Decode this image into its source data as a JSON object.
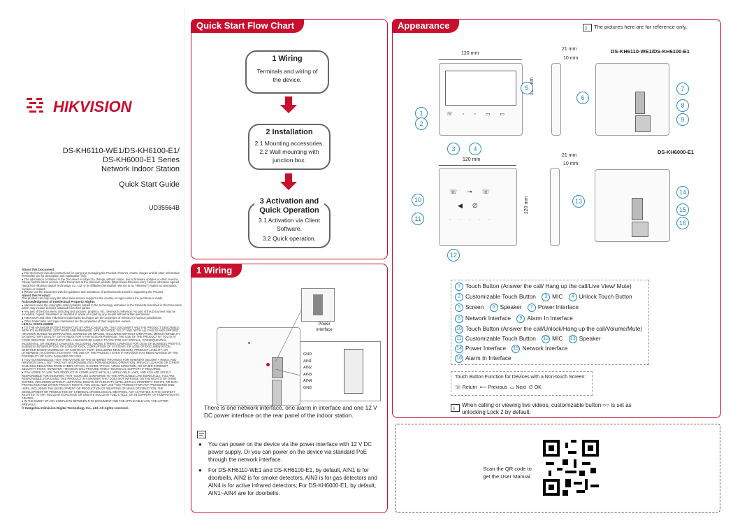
{
  "cover": {
    "brand": "HIKVISION",
    "model_line1": "DS-KH6110-WE1/DS-KH6100-E1/",
    "model_line2": "DS-KH6000-E1 Series",
    "model_line3": "Network Indoor Station",
    "guide": "Quick Start Guide",
    "doc_code": "UD35564B"
  },
  "legal": {
    "about_doc_h": "About this Document",
    "about_doc_1": "● This Document includes instructions for using and managing the Product. Pictures, charts, images and all other information hereinafter are for description and explanation only.",
    "about_doc_2": "● The information contained in the Document is subject to change, without notice, due to firmware updates or other reasons. Please find the latest version of the Document at the Hikvision website (https://www.hikvision.com). Unless otherwise agreed, Hangzhou Hikvision Digital Technology Co., Ltd. or its affiliates (hereinafter referred to as \"Hikvision\") makes no warranties, express or implied.",
    "about_doc_3": "● Please use the Document with the guidance and assistance of professionals trained in supporting the Product.",
    "about_prod_h": "About this Product",
    "about_prod": "This product can only enjoy the after-sales service support in the country or region where the purchase is made.",
    "ipr_h": "Acknowledgment of Intellectual Property Rights",
    "ipr_1": "● Hikvision owns the copyrights and/or patents related to the technology embodied in the Products described in this Document, which may include licenses obtained from third parties.",
    "ipr_2": "● Any part of the Document, including text, pictures, graphics, etc., belongs to Hikvision. No part of this Document may be excerpted, copied, translated, or modified in whole or in part by any means without written permission.",
    "ipr_3": "● HIKVISION and other Hikvision's trademarks and logos are the properties of Hikvision in various jurisdictions.",
    "ipr_4": "● Other trademarks and logos mentioned are the properties of their respective owners.",
    "legal_h": "LEGAL DISCLAIMER",
    "legal_1": "● TO THE MAXIMUM EXTENT PERMITTED BY APPLICABLE LAW, THIS DOCUMENT AND THE PRODUCT DESCRIBED, WITH ITS HARDWARE, SOFTWARE AND FIRMWARE, ARE PROVIDED \"AS IS\" AND \"WITH ALL FAULTS AND ERRORS\". HIKVISION MAKES NO WARRANTIES, EXPRESS OR IMPLIED, INCLUDING WITHOUT LIMITATION, MERCHANTABILITY, SATISFACTORY QUALITY, OR FITNESS FOR A PARTICULAR PURPOSE. THE USE OF THE PRODUCT BY YOU IS AT YOUR OWN RISK. IN NO EVENT WILL HIKVISION BE LIABLE TO YOU FOR ANY SPECIAL, CONSEQUENTIAL, INCIDENTAL, OR INDIRECT DAMAGES, INCLUDING, AMONG OTHERS, DAMAGES FOR LOSS OF BUSINESS PROFITS, BUSINESS INTERRUPTION, OR LOSS OF DATA, CORRUPTION OF SYSTEMS, OR LOSS OF DOCUMENTATION, WHETHER BASED ON BREACH OF CONTRACT, TORT (INCLUDING NEGLIGENCE), PRODUCT LIABILITY, OR OTHERWISE, IN CONNECTION WITH THE USE OF THE PRODUCT, EVEN IF HIKVISION HAS BEEN ADVISED OF THE POSSIBILITY OF SUCH DAMAGES OR LOSS.",
    "legal_2": "● YOU ACKNOWLEDGE THAT THE NATURE OF THE INTERNET PROVIDES FOR INHERENT SECURITY RISKS, AND HIKVISION SHALL NOT TAKE ANY RESPONSIBILITIES FOR ABNORMAL OPERATION, PRIVACY LEAKAGE OR OTHER DAMAGES RESULTING FROM CYBER-ATTACK, HACKER ATTACK, VIRUS INFECTION, OR OTHER INTERNET SECURITY RISKS; HOWEVER, HIKVISION WILL PROVIDE TIMELY TECHNICAL SUPPORT IF REQUIRED.",
    "legal_3": "● YOU AGREE TO USE THIS PRODUCT IN COMPLIANCE WITH ALL APPLICABLE LAWS, AND YOU ARE SOLELY RESPONSIBLE FOR ENSURING THAT YOUR USE CONFORMS TO THE APPLICABLE LAW. ESPECIALLY, YOU ARE RESPONSIBLE, FOR USING THIS PRODUCT IN A MANNER THAT DOES NOT INFRINGE ON THE RIGHTS OF THIRD PARTIES, INCLUDING WITHOUT LIMITATION, RIGHTS OF PUBLICITY, INTELLECTUAL PROPERTY RIGHTS, OR DATA PROTECTION AND OTHER PRIVACY RIGHTS. YOU SHALL NOT USE THIS PRODUCT FOR ANY PROHIBITED END-USES, INCLUDING THE DEVELOPMENT OR PRODUCTION OF WEAPONS OF MASS DESTRUCTION, THE DEVELOPMENT OR PRODUCTION OF CHEMICAL OR BIOLOGICAL WEAPONS, ANY ACTIVITIES IN THE CONTEXT RELATED TO ANY NUCLEAR EXPLOSIVE OR UNSAFE NUCLEAR FUEL-CYCLE, OR IN SUPPORT OF HUMAN RIGHTS ABUSES.",
    "legal_4": "● IN THE EVENT OF ANY CONFLICTS BETWEEN THIS DOCUMENT AND THE APPLICABLE LAW, THE LATTER PREVAILS.",
    "copyright": "© Hangzhou Hikvision Digital Technology Co., Ltd. All rights reserved."
  },
  "flow": {
    "title": "Quick Start Flow Chart",
    "step1_h": "1  Wiring",
    "step1_t": "Terminals and wiring of the device.",
    "step2_h": "2  Installation",
    "step2_t1": "2.1 Mounting accessories.",
    "step2_t2": "2.2 Wall mounting with junction box.",
    "step3_h": "3  Activation and Quick Operation",
    "step3_t1": "3.1 Activation via Client Software.",
    "step3_t2": "3.2 Quick operation."
  },
  "wiring": {
    "title": "1 Wiring",
    "power_label": "Power Interface",
    "terminals": [
      "GND",
      "AIN1",
      "AIN2",
      "AIN3",
      "AIN4",
      "GND"
    ],
    "desc": "There is one network interface, one alarm in interface and one 12 V DC power interface on the rear panel of the indoor station.",
    "note1": "You can power on the device via the power interface with 12 V DC power supply. Or you can power on the device via standard PoE through the network interface.",
    "note2": "For DS-KH6110-WE1 and DS-KH6100-E1, by default, AIN1 is for doorbells, AIN2 is for smoke detectors, AIN3 is for gas detectors and AIN4 is for active infrared detectors; For DS-KH6000-E1, by default, AIN1~AIN4 are for doorbells."
  },
  "appearance": {
    "title": "Appearance",
    "ref_note": "The pictures here are for reference only.",
    "model_a": "DS-KH6110-WE1/DS-KH6100-E1",
    "model_b": "DS-KH6000-E1",
    "dim_w": "120 mm",
    "dim_h": "120 mm",
    "dim_d1": "21 mm",
    "dim_d2": "10 mm",
    "legend": {
      "l1": "Touch Button (Answer the call/ Hang up the call/Live View/ Mute)",
      "l2": "Customizable Touch Button",
      "l3": "MIC",
      "l4": "Unlock Touch Button",
      "l5": "Screen",
      "l6": "Speaker",
      "l7": "Power Interface",
      "l8": "Network Interface",
      "l9": "Alarm In Interface",
      "l10": "Touch Button (Answer the call/Unlock/Hang up the call/Volume/Mute)",
      "l11": "Customizable Touch Button",
      "l12": "MIC",
      "l13": "Speaker",
      "l14": "Power Interface",
      "l15": "Network Interface",
      "l16": "Alarm In Interface"
    },
    "nontouch_title": "Touch Button Function for Devices with a Non-touch Screen:",
    "nontouch": [
      "Return",
      "Previous",
      "Next",
      "OK"
    ],
    "custom_note": "When calling or viewing live videos, customizable button ○○ is set as unlocking Lock 2 by default.",
    "qr_text": "Scan the QR code to get the User Manual."
  },
  "colors": {
    "accent": "#c8102e",
    "callout": "#2a8bc9"
  }
}
